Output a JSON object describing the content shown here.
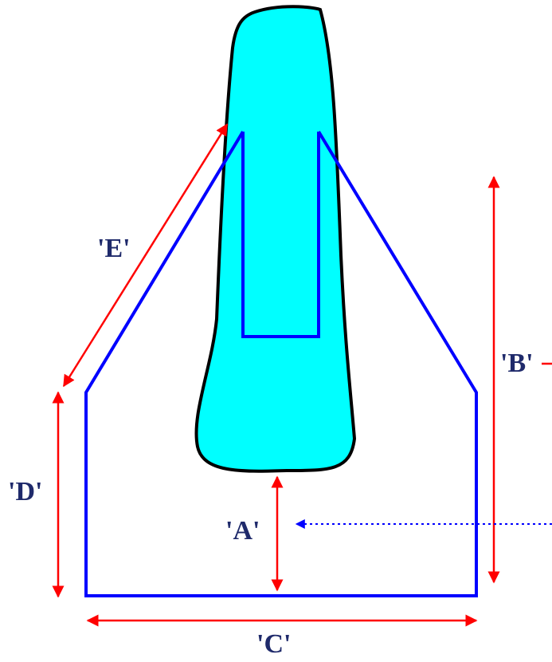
{
  "labels": {
    "a": "'A'",
    "b": "'B'",
    "c": "'C'",
    "d": "'D'",
    "e": "'E'"
  },
  "colors": {
    "tooth_fill": "#00FFFF",
    "outline": "#000000",
    "prep": "#0000FF",
    "dimension": "#FF0000",
    "pointer": "#0000FF",
    "label": "#1F2A6B"
  }
}
